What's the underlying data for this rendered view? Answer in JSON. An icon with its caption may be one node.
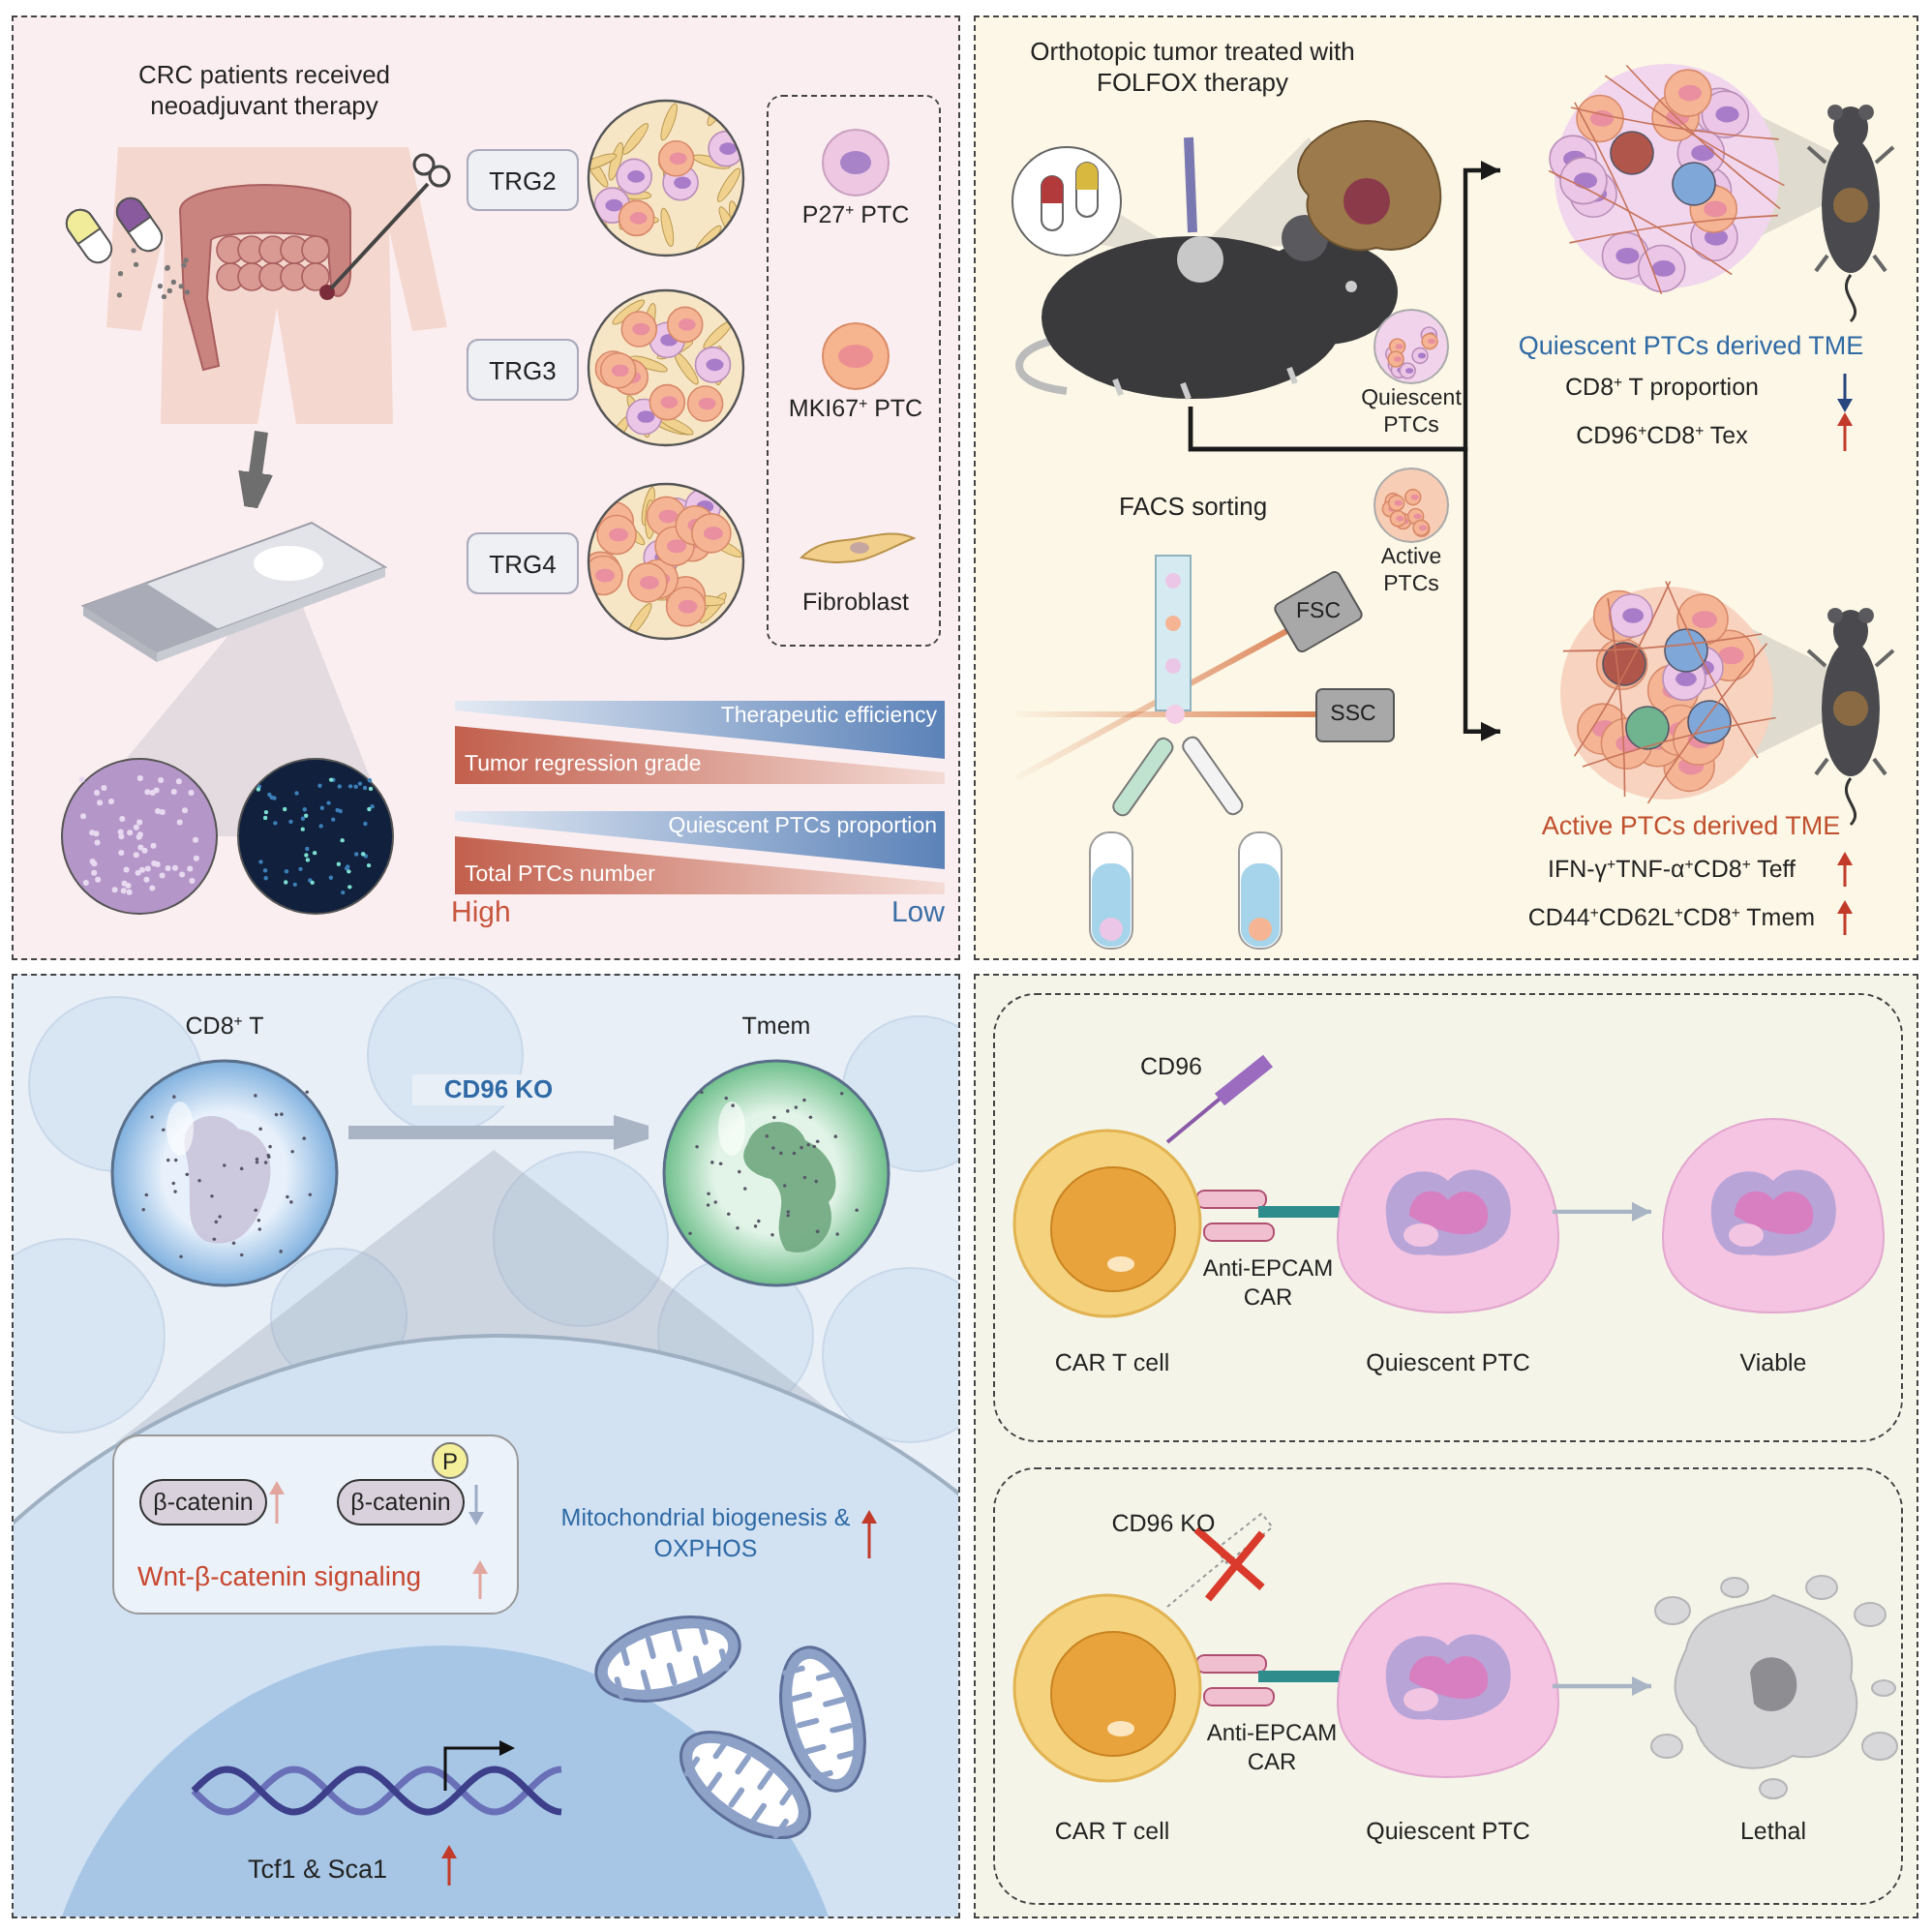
{
  "diagram": {
    "nodes": [
      {
        "text": [],
        "shape": "box"
      },
      {
        "text": [
          "CRC patients received neoadjuvant therapy"
        ],
        "in": 0
      },
      {
        "text": [],
        "shape": "picture",
        "in": 0
      },
      {
        "text": [
          "TRG2"
        ],
        "in": 0
      },
      {
        "text": [
          "TRG3"
        ],
        "in": 0
      },
      {
        "text": [
          "TRG4"
        ],
        "in": 0
      },
      {
        "text": [],
        "shape": "box",
        "in": 0
      },
      {
        "text": [
          "P27$^{+}$ PTC"
        ],
        "in": 6
      },
      {
        "text": [
          "MKI67$^{+}$ PTC"
        ],
        "in": 6
      },
      {
        "text": [
          "Fibroblast"
        ],
        "in": 6
      },
      {
        "text": [],
        "shape": "box"
      },
      {
        "text": [
          "Orthotopic tumor treated with FOLFOX therapy"
        ],
        "in": 10
      },
      {
        "text": [
          "Quiescent PTCs"
        ],
        "in": 10
      },
      {
        "text": [
          "Active PTCs"
        ],
        "in": 10
      },
      {
        "text": [
          "Quiescent PTCs derived TME",
          "CD8$^{+}$ T proportion",
          "CD96$^{+}$CD8$^{+}$ Tex"
        ],
        "in": 10
      },
      {
        "text": [
          "Active PTCs derived TME",
          "IFN-γ$^{+}$TNF-α$^{+}$CD8$^{+}$ Teff",
          "CD44$^{+}$CD62L$^{+}$CD8$^{+}$ Tmem"
        ],
        "in": 10
      },
      {
        "text": [],
        "shape": "box"
      },
      {
        "text": [
          "CD8$^{+}$ T"
        ],
        "in": 16
      },
      {
        "text": [
          "Tmem"
        ],
        "in": 16
      },
      {
        "text": [
          "Wnt-β-catenin signaling"
        ],
        "in": 16
      },
      {
        "text": [
          "β-catenin"
        ],
        "in": 19
      },
      {
        "text": [
          "β-catenin"
        ],
        "in": 19
      },
      {
        "text": [],
        "shape": "box"
      },
      {
        "text": [],
        "shape": "box",
        "in": 22
      },
      {
        "text": [
          "CAR T cell"
        ],
        "in": 23
      },
      {
        "text": [
          "Quiescent PTC"
        ],
        "in": 23
      },
      {
        "text": [
          "Viable"
        ],
        "in": 23
      },
      {
        "text": [],
        "shape": "box",
        "in": 22
      },
      {
        "text": [
          "CAR T cell"
        ],
        "in": 27
      },
      {
        "text": [
          "Quiescent PTC"
        ],
        "in": 27
      },
      {
        "text": [
          "Lethal"
        ],
        "in": 27
      }
    ],
    "edges": [
      {
        "from": 1,
        "to": 2,
        "arrow": "to",
        "style": "thick",
        "color": "#6e6e6e"
      },
      {
        "from": 11,
        "to": 14,
        "arrow": "to",
        "color": "#1a1a1a"
      },
      {
        "from": 11,
        "to": 15,
        "arrow": "to",
        "color": "#1a1a1a"
      },
      {
        "from": 17,
        "to": 18,
        "arrow": "to",
        "label": "CD96 KO",
        "style": "thick"
      },
      {
        "from": 25,
        "to": 26,
        "arrow": "to"
      },
      {
        "from": 29,
        "to": 30,
        "arrow": "to"
      }
    ],
    "labels": [
      "Therapeutic efficiency",
      "Tumor regression grade",
      "Quiescent PTCs proportion",
      "Total PTCs number",
      "High",
      "Low",
      "FACS sorting",
      "FSC",
      "SSC",
      "P",
      "Mitochondrial biogenesis & OXPHOS",
      "Tcf1 & Sca1",
      "CD96",
      "Anti-EPCAM CAR",
      "CD96 KO",
      "Anti-EPCAM CAR"
    ]
  }
}
